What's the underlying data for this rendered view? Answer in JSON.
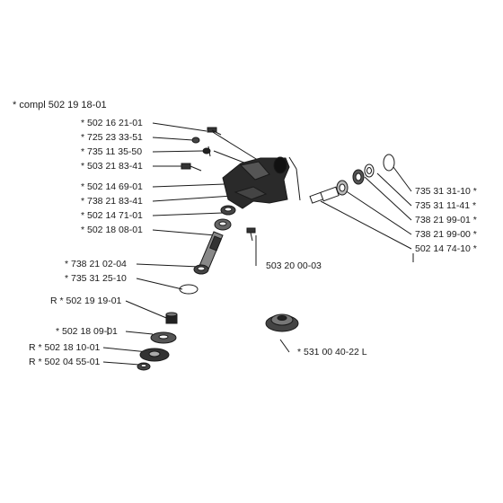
{
  "title": "* compl 502 19 18-01",
  "labels": {
    "l1": "*  502 16 21-01",
    "l2": "*  725 23 33-51",
    "l3": "*  735 11 35-50",
    "l4": "*  503 21 83-41",
    "l5": "*  502 14 69-01",
    "l6": "*  738 21 83-41",
    "l7": "*  502 14 71-01",
    "l8": "*  502 18 08-01",
    "l9": "*  738 21 02-04",
    "l10": "*  735 31 25-10",
    "l11": "R *  502 19 19-01",
    "l12": "*  502 18 09-01",
    "l13": "R *  502 18 10-01",
    "l14": "R *  502 04 55-01",
    "r1": "735 31 31-10  *",
    "r2": "735 31 11-41  *",
    "r3": "738 21 99-01  *",
    "r4": "738 21 99-00  *",
    "r5": "502 14 74-10  *",
    "c1": "503 20 00-03",
    "c2": "*  531 00 40-22 L"
  }
}
